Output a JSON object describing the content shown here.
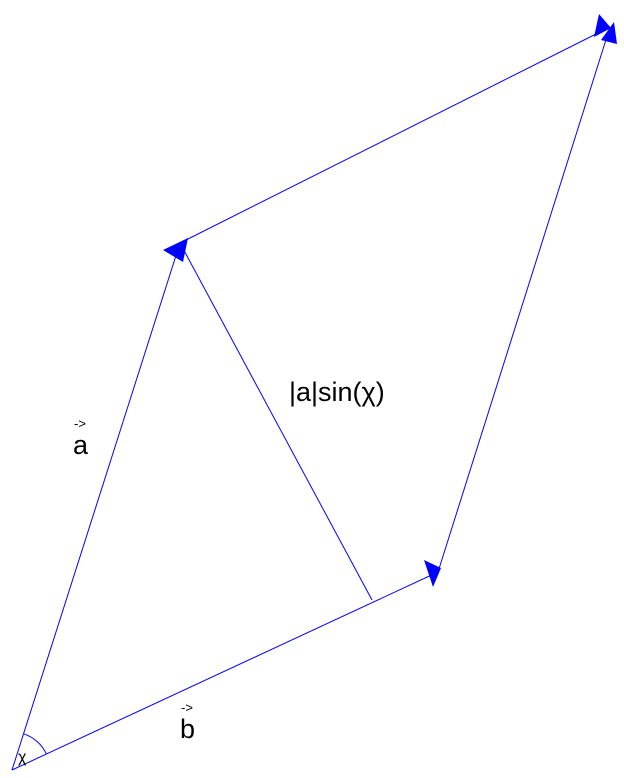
{
  "diagram": {
    "labels": {
      "vector_a": "a",
      "vector_a_arrow": "->",
      "vector_b": "b",
      "vector_b_arrow": "->",
      "height": "|a|sin(χ)",
      "angle": "χ"
    },
    "colors": {
      "vector": "#0000ff",
      "text": "#000000",
      "background": "#ffffff"
    }
  }
}
